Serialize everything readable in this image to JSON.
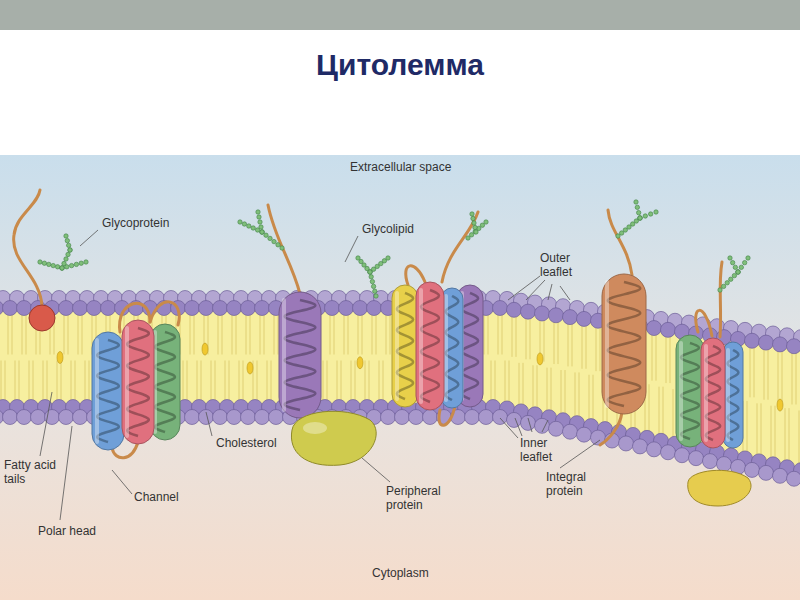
{
  "diagram": {
    "title": "Цитолемма",
    "labels": [
      "Extracellular space",
      "Glycoprotein",
      "Glycolipid",
      "Outer leaflet",
      "Inner leaflet",
      "Cholesterol",
      "Fatty acid tails",
      "Channel",
      "Polar head",
      "Peripheral protein",
      "Integral protein",
      "Cytoplasm"
    ]
  }
}
